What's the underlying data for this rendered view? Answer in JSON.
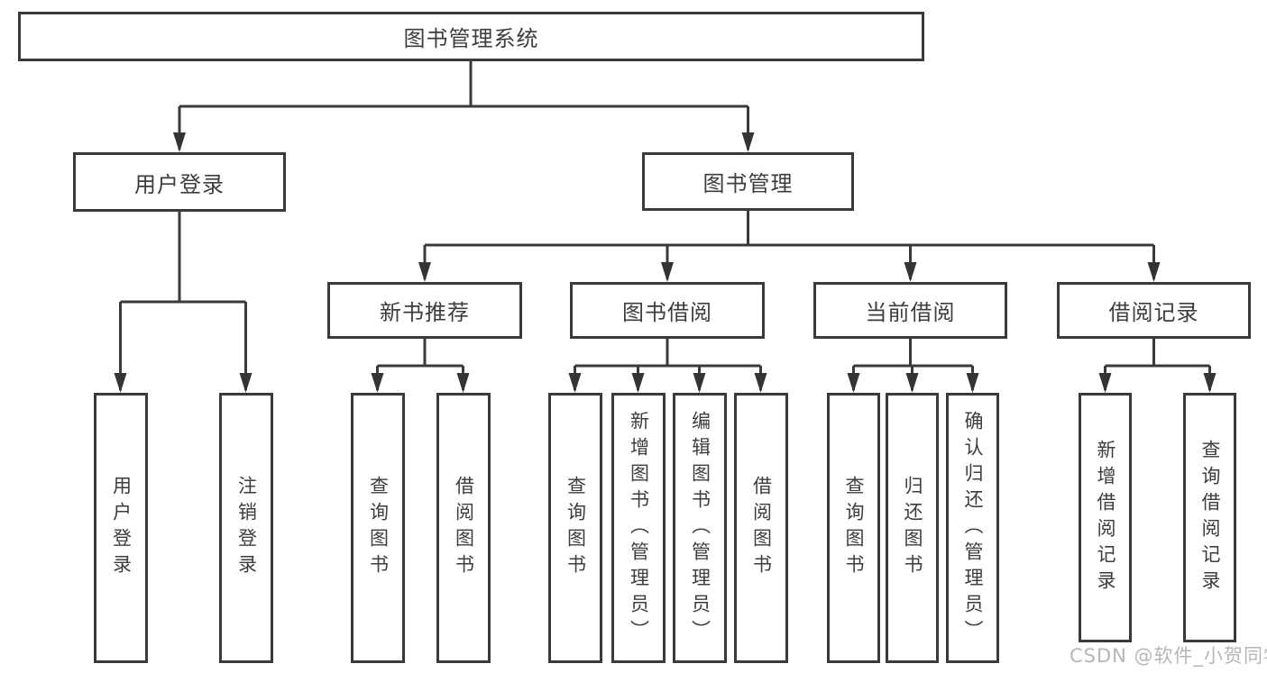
{
  "colors": {
    "line": "#3a3a3a",
    "text": "#3d3d3d",
    "watermark": "#b6b6b6",
    "background": "#ffffff"
  },
  "watermark": {
    "text": "CSDN @软件_小贺同学"
  },
  "tree": {
    "root": "图书管理系统",
    "branches": [
      {
        "label": "用户登录",
        "children": [
          "用户登录",
          "注销登录"
        ]
      },
      {
        "label": "图书管理",
        "groups": [
          {
            "label": "新书推荐",
            "children": [
              "查询图书",
              "借阅图书"
            ]
          },
          {
            "label": "图书借阅",
            "children": [
              "查询图书",
              "新增图书（管理员）",
              "编辑图书（管理员）",
              "借阅图书"
            ]
          },
          {
            "label": "当前借阅",
            "children": [
              "查询图书",
              "归还图书",
              "确认归还（管理员）"
            ]
          },
          {
            "label": "借阅记录",
            "children": [
              "新增借阅记录",
              "查询借阅记录"
            ]
          }
        ]
      }
    ]
  }
}
